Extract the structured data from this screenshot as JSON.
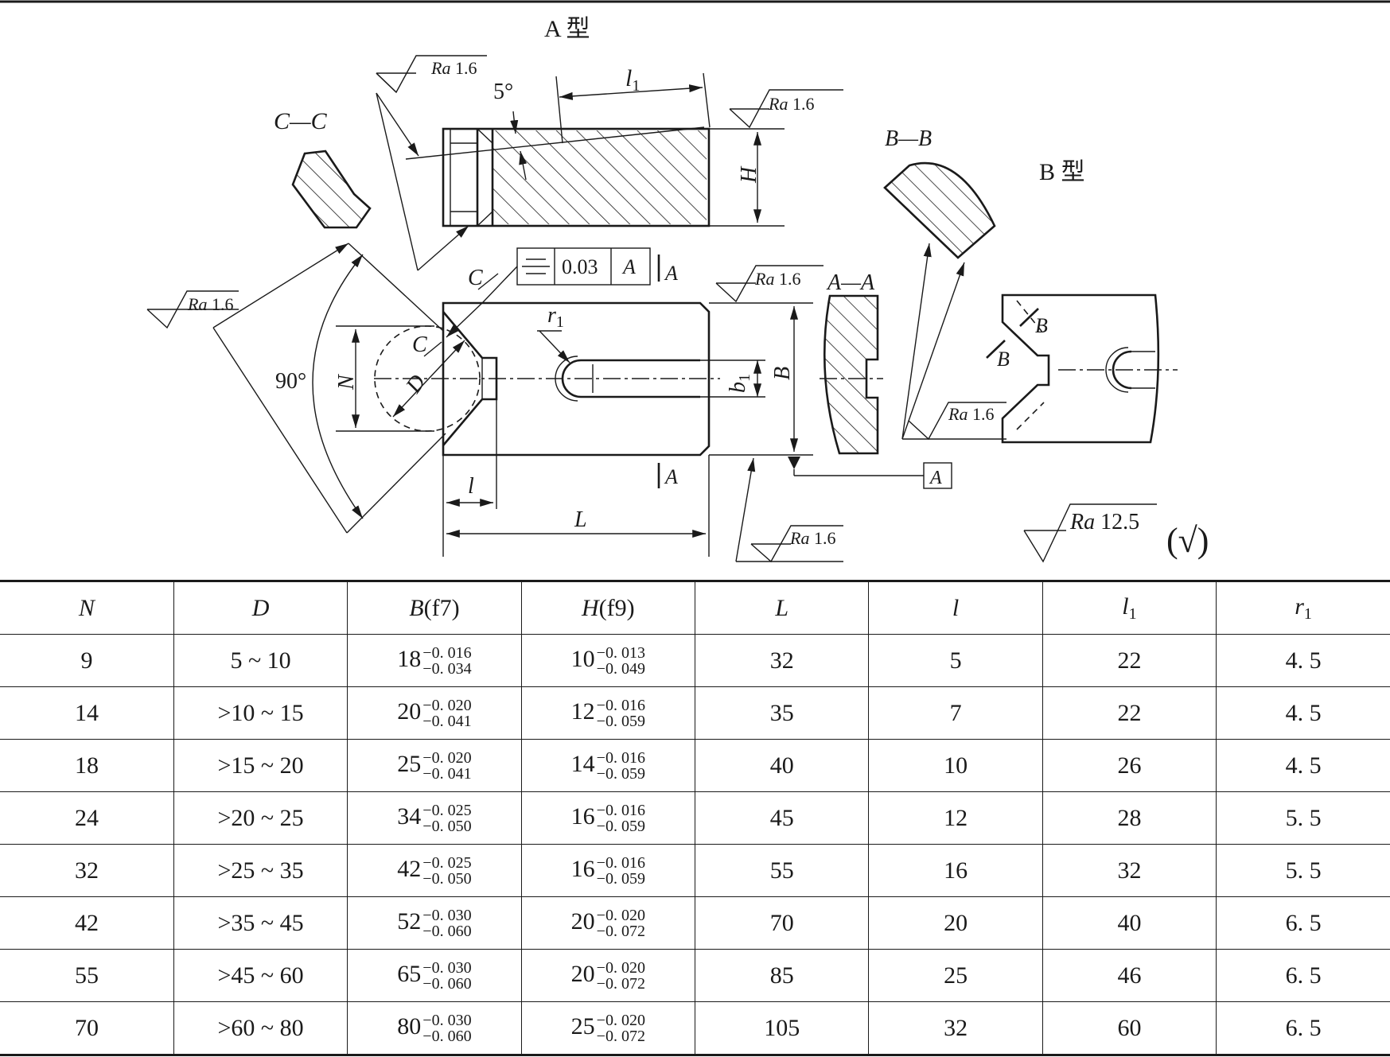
{
  "drawing": {
    "type_a_title": "A 型",
    "type_b_title": "B 型",
    "section_cc": "C—C",
    "section_bb": "B—B",
    "section_aa": "A—A",
    "roughness_prefix": "Ra",
    "roughness_value": "1.6",
    "general_roughness_prefix": "Ra",
    "general_roughness_value": "12.5",
    "general_roughness_suffix": "(√)",
    "angle_5": "5°",
    "angle_90": "90°",
    "tolerance_symbol": "=",
    "tolerance_value": "0.03",
    "tolerance_datum": "A",
    "datum_label": "A",
    "section_marker_a": "A",
    "section_marker_b": "B",
    "label_c": "C",
    "dim_l1": "l",
    "dim_l1_sub": "1",
    "dim_h": "H",
    "dim_n": "N",
    "dim_d": "D",
    "dim_r1": "r",
    "dim_r1_sub": "1",
    "dim_b1": "b",
    "dim_b1_sub": "1",
    "dim_b": "B",
    "dim_l_small": "l",
    "dim_l_large": "L"
  },
  "table": {
    "headers": [
      {
        "main": "N",
        "sub": ""
      },
      {
        "main": "D",
        "sub": ""
      },
      {
        "main": "B",
        "sub": "(f7)"
      },
      {
        "main": "H",
        "sub": "(f9)"
      },
      {
        "main": "L",
        "sub": ""
      },
      {
        "main": "l",
        "sub": ""
      },
      {
        "main": "l",
        "sub": "1"
      },
      {
        "main": "r",
        "sub": "1"
      }
    ],
    "rows": [
      {
        "N": "9",
        "D": "5 ~ 10",
        "B": "18",
        "B_up": "−0. 016",
        "B_lo": "−0. 034",
        "H": "10",
        "H_up": "−0. 013",
        "H_lo": "−0. 049",
        "L": "32",
        "l": "5",
        "l1": "22",
        "r1": "4. 5"
      },
      {
        "N": "14",
        "D": ">10 ~ 15",
        "B": "20",
        "B_up": "−0. 020",
        "B_lo": "−0. 041",
        "H": "12",
        "H_up": "−0. 016",
        "H_lo": "−0. 059",
        "L": "35",
        "l": "7",
        "l1": "22",
        "r1": "4. 5"
      },
      {
        "N": "18",
        "D": ">15 ~ 20",
        "B": "25",
        "B_up": "−0. 020",
        "B_lo": "−0. 041",
        "H": "14",
        "H_up": "−0. 016",
        "H_lo": "−0. 059",
        "L": "40",
        "l": "10",
        "l1": "26",
        "r1": "4. 5"
      },
      {
        "N": "24",
        "D": ">20 ~ 25",
        "B": "34",
        "B_up": "−0. 025",
        "B_lo": "−0. 050",
        "H": "16",
        "H_up": "−0. 016",
        "H_lo": "−0. 059",
        "L": "45",
        "l": "12",
        "l1": "28",
        "r1": "5. 5"
      },
      {
        "N": "32",
        "D": ">25 ~ 35",
        "B": "42",
        "B_up": "−0. 025",
        "B_lo": "−0. 050",
        "H": "16",
        "H_up": "−0. 016",
        "H_lo": "−0. 059",
        "L": "55",
        "l": "16",
        "l1": "32",
        "r1": "5. 5"
      },
      {
        "N": "42",
        "D": ">35 ~ 45",
        "B": "52",
        "B_up": "−0. 030",
        "B_lo": "−0. 060",
        "H": "20",
        "H_up": "−0. 020",
        "H_lo": "−0. 072",
        "L": "70",
        "l": "20",
        "l1": "40",
        "r1": "6. 5"
      },
      {
        "N": "55",
        "D": ">45 ~ 60",
        "B": "65",
        "B_up": "−0. 030",
        "B_lo": "−0. 060",
        "H": "20",
        "H_up": "−0. 020",
        "H_lo": "−0. 072",
        "L": "85",
        "l": "25",
        "l1": "46",
        "r1": "6. 5"
      },
      {
        "N": "70",
        "D": ">60 ~ 80",
        "B": "80",
        "B_up": "−0. 030",
        "B_lo": "−0. 060",
        "H": "25",
        "H_up": "−0. 020",
        "H_lo": "−0. 072",
        "L": "105",
        "l": "32",
        "l1": "60",
        "r1": "6. 5"
      }
    ]
  }
}
